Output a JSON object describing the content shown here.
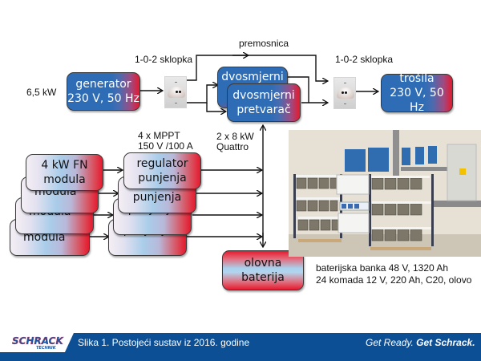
{
  "diagram": {
    "generator": {
      "power_label": "6,5 kW",
      "line1": "generator",
      "line2": "230 V, 50 Hz"
    },
    "switch_left_label": "1-0-2 sklopka",
    "switch_right_label": "1-0-2 sklopka",
    "bypass_label": "premosnica",
    "inverter_back": {
      "line1": "dvosmjerni"
    },
    "inverter_front": {
      "line1": "dvosmjerni",
      "line2": "pretvarač"
    },
    "inverter_spec": {
      "line1": "2 x 8 kW",
      "line2": "Quattro"
    },
    "loads": {
      "line1": "trošila",
      "line2": "230 V, 50 Hz"
    },
    "mppt_spec": {
      "line1": "4 x MPPT",
      "line2": "150 V /100 A"
    },
    "pv_modules": [
      {
        "line1": "4 kW FN",
        "line2": "modula"
      },
      {
        "line1": "modula"
      },
      {
        "line1": "modula"
      },
      {
        "line1": "modula"
      }
    ],
    "charge_regulators": [
      {
        "line1": "regulator",
        "line2": "punjenja"
      },
      {
        "line1": "punjenja"
      },
      {
        "line1": "punjenja"
      },
      {
        "line1": "punjenja"
      }
    ],
    "battery": {
      "label": "olovna baterija"
    },
    "battery_spec": {
      "line1": "baterijska banka 48 V, 1320 Ah",
      "line2": "24 komada 12 V, 220 Ah, C20, olovo"
    },
    "photo": {
      "description": "battery-room-photo"
    }
  },
  "footer": {
    "logo_text": "SCHRACK",
    "logo_subtext": "TECHNIK",
    "caption": "Slika 1. Postojeći sustav iz 2016. godine",
    "slogan_light": "Get Ready.",
    "slogan_bold": "Get Schrack."
  },
  "colors": {
    "accent_blue": "#2e6db5",
    "accent_red": "#e6192e",
    "footer_blue": "#0d4f95"
  }
}
